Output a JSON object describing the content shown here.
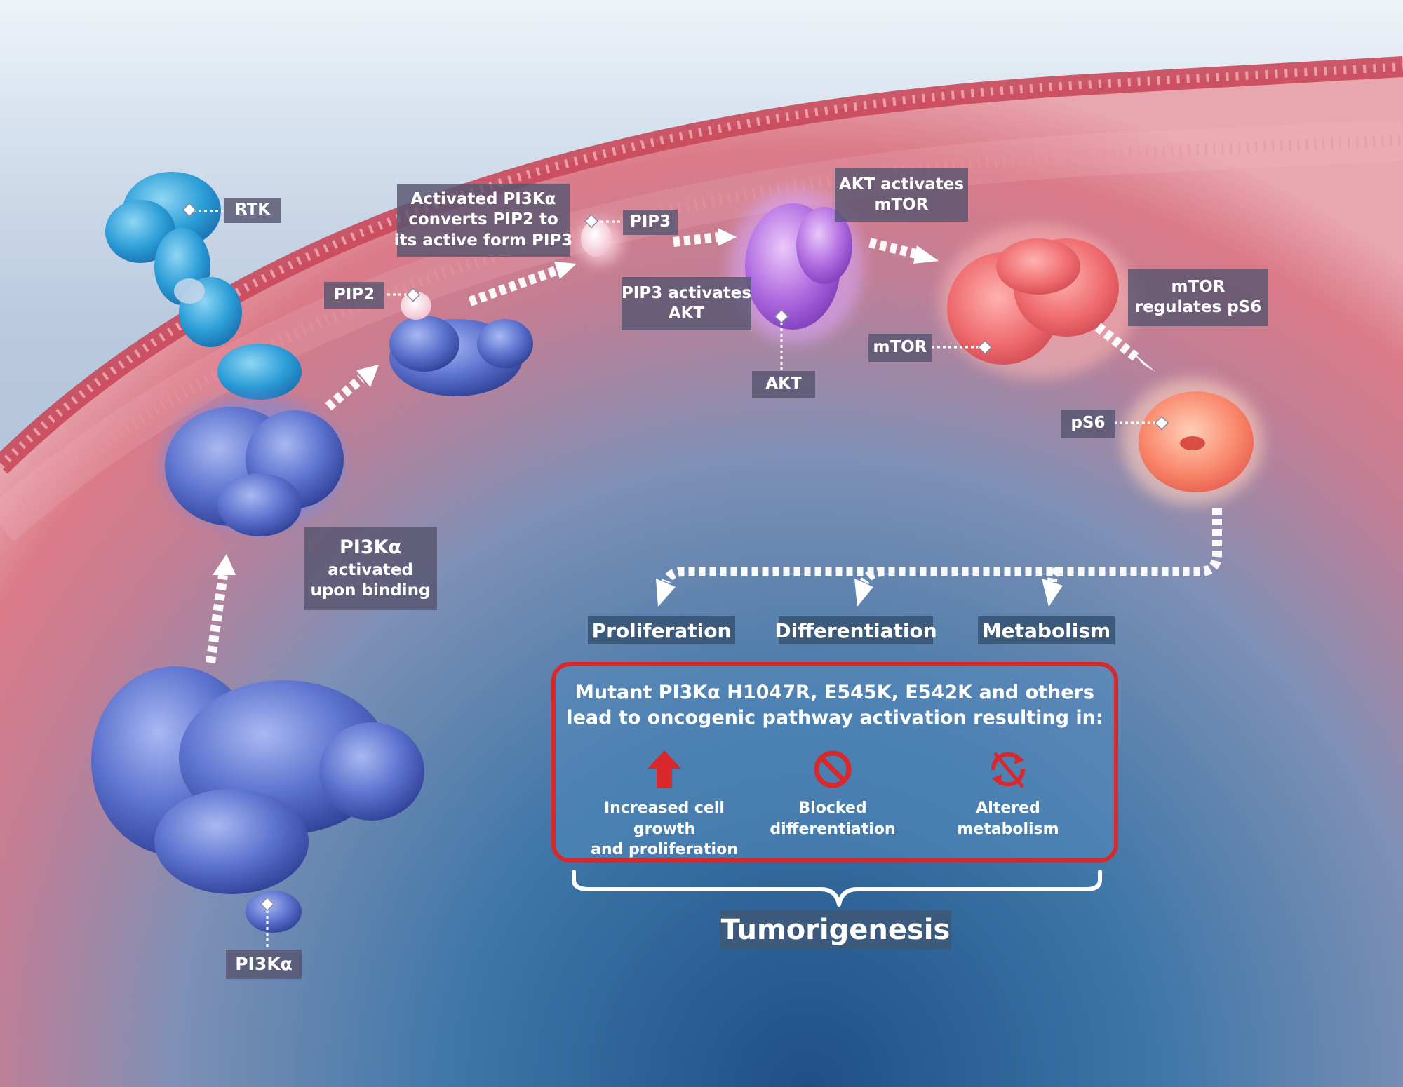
{
  "labels": {
    "rtk": "RTK",
    "pip2": "PIP2",
    "pip3": "PIP3",
    "akt": "AKT",
    "mtor": "mTOR",
    "ps6": "pS6",
    "pi3ka": "PI3Kα"
  },
  "steps": {
    "pi3k_activated": [
      "PI3Kα",
      "activated",
      "upon binding"
    ],
    "convert": [
      "Activated PI3Kα",
      "converts PIP2 to",
      "its active form PIP3"
    ],
    "pip3_akt": [
      "PIP3 activates",
      "AKT"
    ],
    "akt_mtor": [
      "AKT activates",
      "mTOR"
    ],
    "mtor_ps6": [
      "mTOR",
      "regulates pS6"
    ]
  },
  "outcomes": {
    "proliferation": "Proliferation",
    "differentiation": "Differentiation",
    "metabolism": "Metabolism"
  },
  "mutant": {
    "title_line1": "Mutant PI3Kα H1047R, E545K, E542K and others",
    "title_line2": "lead to oncogenic pathway activation resulting in:",
    "effects": [
      {
        "icon": "up-arrow-icon",
        "line1": "Increased cell growth",
        "line2": "and proliferation"
      },
      {
        "icon": "prohibited-icon",
        "line1": "Blocked",
        "line2": "differentiation"
      },
      {
        "icon": "crossed-cycle-icon",
        "line1": "Altered",
        "line2": "metabolism"
      }
    ]
  },
  "result": "Tumorigenesis",
  "colors": {
    "alert_red": "#d8282c",
    "label_bg": "#585670",
    "outcome_bg": "#3c5a7c",
    "membrane": "#d9606e"
  }
}
